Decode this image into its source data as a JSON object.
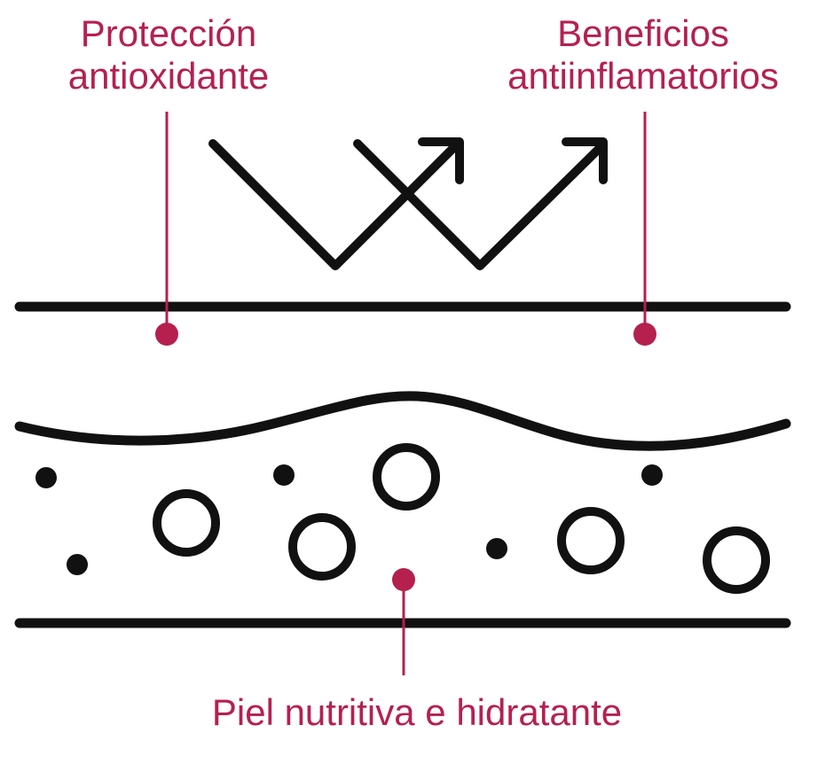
{
  "colors": {
    "accent": "#b5204f",
    "ink": "#111111",
    "background": "#ffffff"
  },
  "labels": {
    "antioxidant": {
      "line1": "Protección",
      "line2": "antioxidante"
    },
    "anti_inflammatory": {
      "line1": "Beneficios",
      "line2": "antiinflamatorios"
    },
    "skin": {
      "text": "Piel nutritiva e hidratante"
    }
  },
  "icons": [
    "zigzag-arrow-icon",
    "zigzag-arrow-icon",
    "bubble-icon",
    "dot-icon",
    "wave-line"
  ]
}
